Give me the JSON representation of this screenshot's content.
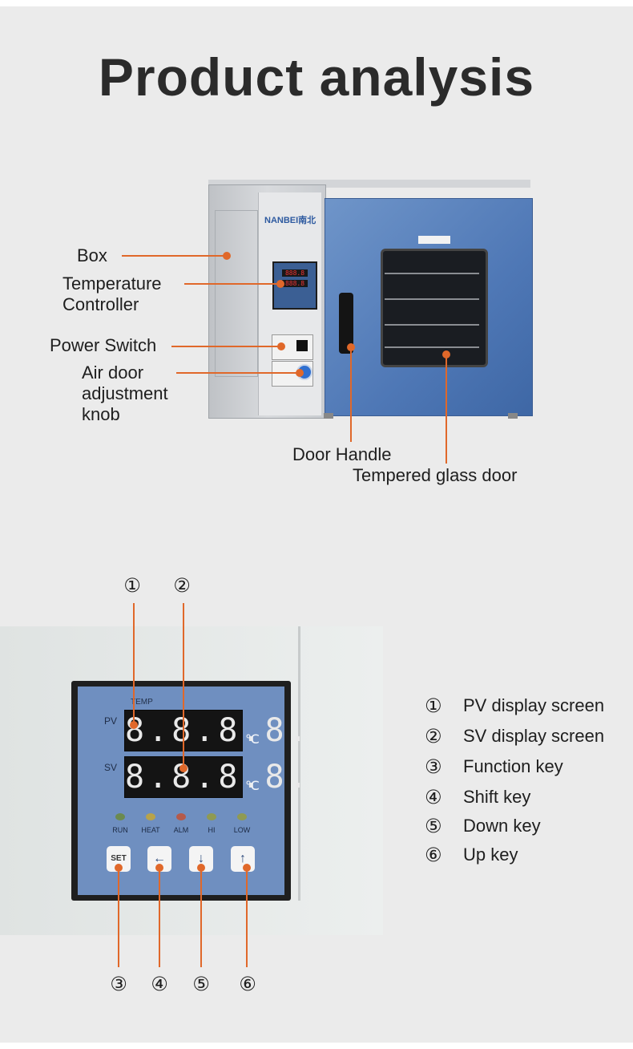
{
  "title": "Product analysis",
  "colors": {
    "accent": "#e0682a",
    "door_blue": "#4f78b6",
    "panel_bg": "#ebebeb"
  },
  "oven": {
    "brand": "NANBEI南北",
    "callouts": {
      "box": "Box",
      "temp_line1": "Temperature",
      "temp_line2": "Controller",
      "power_switch": "Power Switch",
      "air_line1": "Air door",
      "air_line2": "adjustment",
      "air_line3": "knob",
      "door_handle": "Door Handle",
      "glass_door": "Tempered glass door"
    },
    "mini_display": {
      "pv": "888.8",
      "sv": "888.8"
    }
  },
  "controller": {
    "temp_label": "TEMP",
    "pv_label": "PV",
    "sv_label": "SV",
    "pv_digits": "8.8.8.8.",
    "sv_digits": "8.8.8.8.",
    "unit": "℃",
    "leds": [
      {
        "label": "RUN",
        "color": "#6b8a4f"
      },
      {
        "label": "HEAT",
        "color": "#b8a34a"
      },
      {
        "label": "ALM",
        "color": "#b55a4a"
      },
      {
        "label": "HI",
        "color": "#8f9a52"
      },
      {
        "label": "LOW",
        "color": "#8f9a52"
      }
    ],
    "keys": [
      {
        "label": "SET",
        "icon": "set-key"
      },
      {
        "label": "←",
        "icon": "arrow-left-icon"
      },
      {
        "label": "↓",
        "icon": "arrow-down-icon"
      },
      {
        "label": "↑",
        "icon": "arrow-up-icon"
      }
    ],
    "markers": [
      "①",
      "②",
      "③",
      "④",
      "⑤",
      "⑥"
    ]
  },
  "legend": [
    {
      "num": "①",
      "text": "PV display screen"
    },
    {
      "num": "②",
      "text": "SV display screen"
    },
    {
      "num": "③",
      "text": "Function key"
    },
    {
      "num": "④",
      "text": "Shift key"
    },
    {
      "num": "⑤",
      "text": "Down key"
    },
    {
      "num": "⑥",
      "text": "Up key"
    }
  ]
}
